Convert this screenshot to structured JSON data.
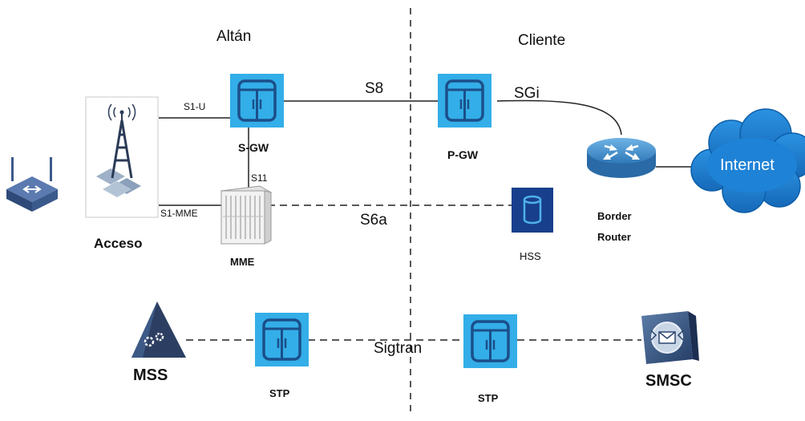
{
  "domains": {
    "left": "Altán",
    "right": "Cliente"
  },
  "interfaces": {
    "s1u": "S1-U",
    "s1mme": "S1-MME",
    "s11": "S11",
    "s8": "S8",
    "sgi": "SGi",
    "s6a": "S6a",
    "sigtran": "Sigtran"
  },
  "nodes": {
    "acceso": "Acceso",
    "sgw": "S-GW",
    "mme": "MME",
    "pgw": "P-GW",
    "hss": "HSS",
    "border_router": [
      "Border",
      "Router"
    ],
    "internet": "Internet",
    "mss": "MSS",
    "stp_left": "STP",
    "stp_right": "STP",
    "smsc": "SMSC"
  },
  "icons": {
    "gateway": "gateway-icon",
    "router": "router-icon",
    "cloud": "cloud-icon",
    "tower": "cell-tower-icon",
    "modem": "wireless-modem-icon",
    "server": "server-icon",
    "database": "database-icon",
    "mss": "mss-icon",
    "smsc": "smsc-icon"
  },
  "colors": {
    "gateway_fill": "#33aee8",
    "gateway_inner": "#1b4f8a",
    "hss_fill": "#173f8c",
    "router_fill": "#3f8fcf",
    "cloud_fill": "#1e82d6",
    "modem_fill": "#3b5a8c",
    "line": "#222222"
  }
}
